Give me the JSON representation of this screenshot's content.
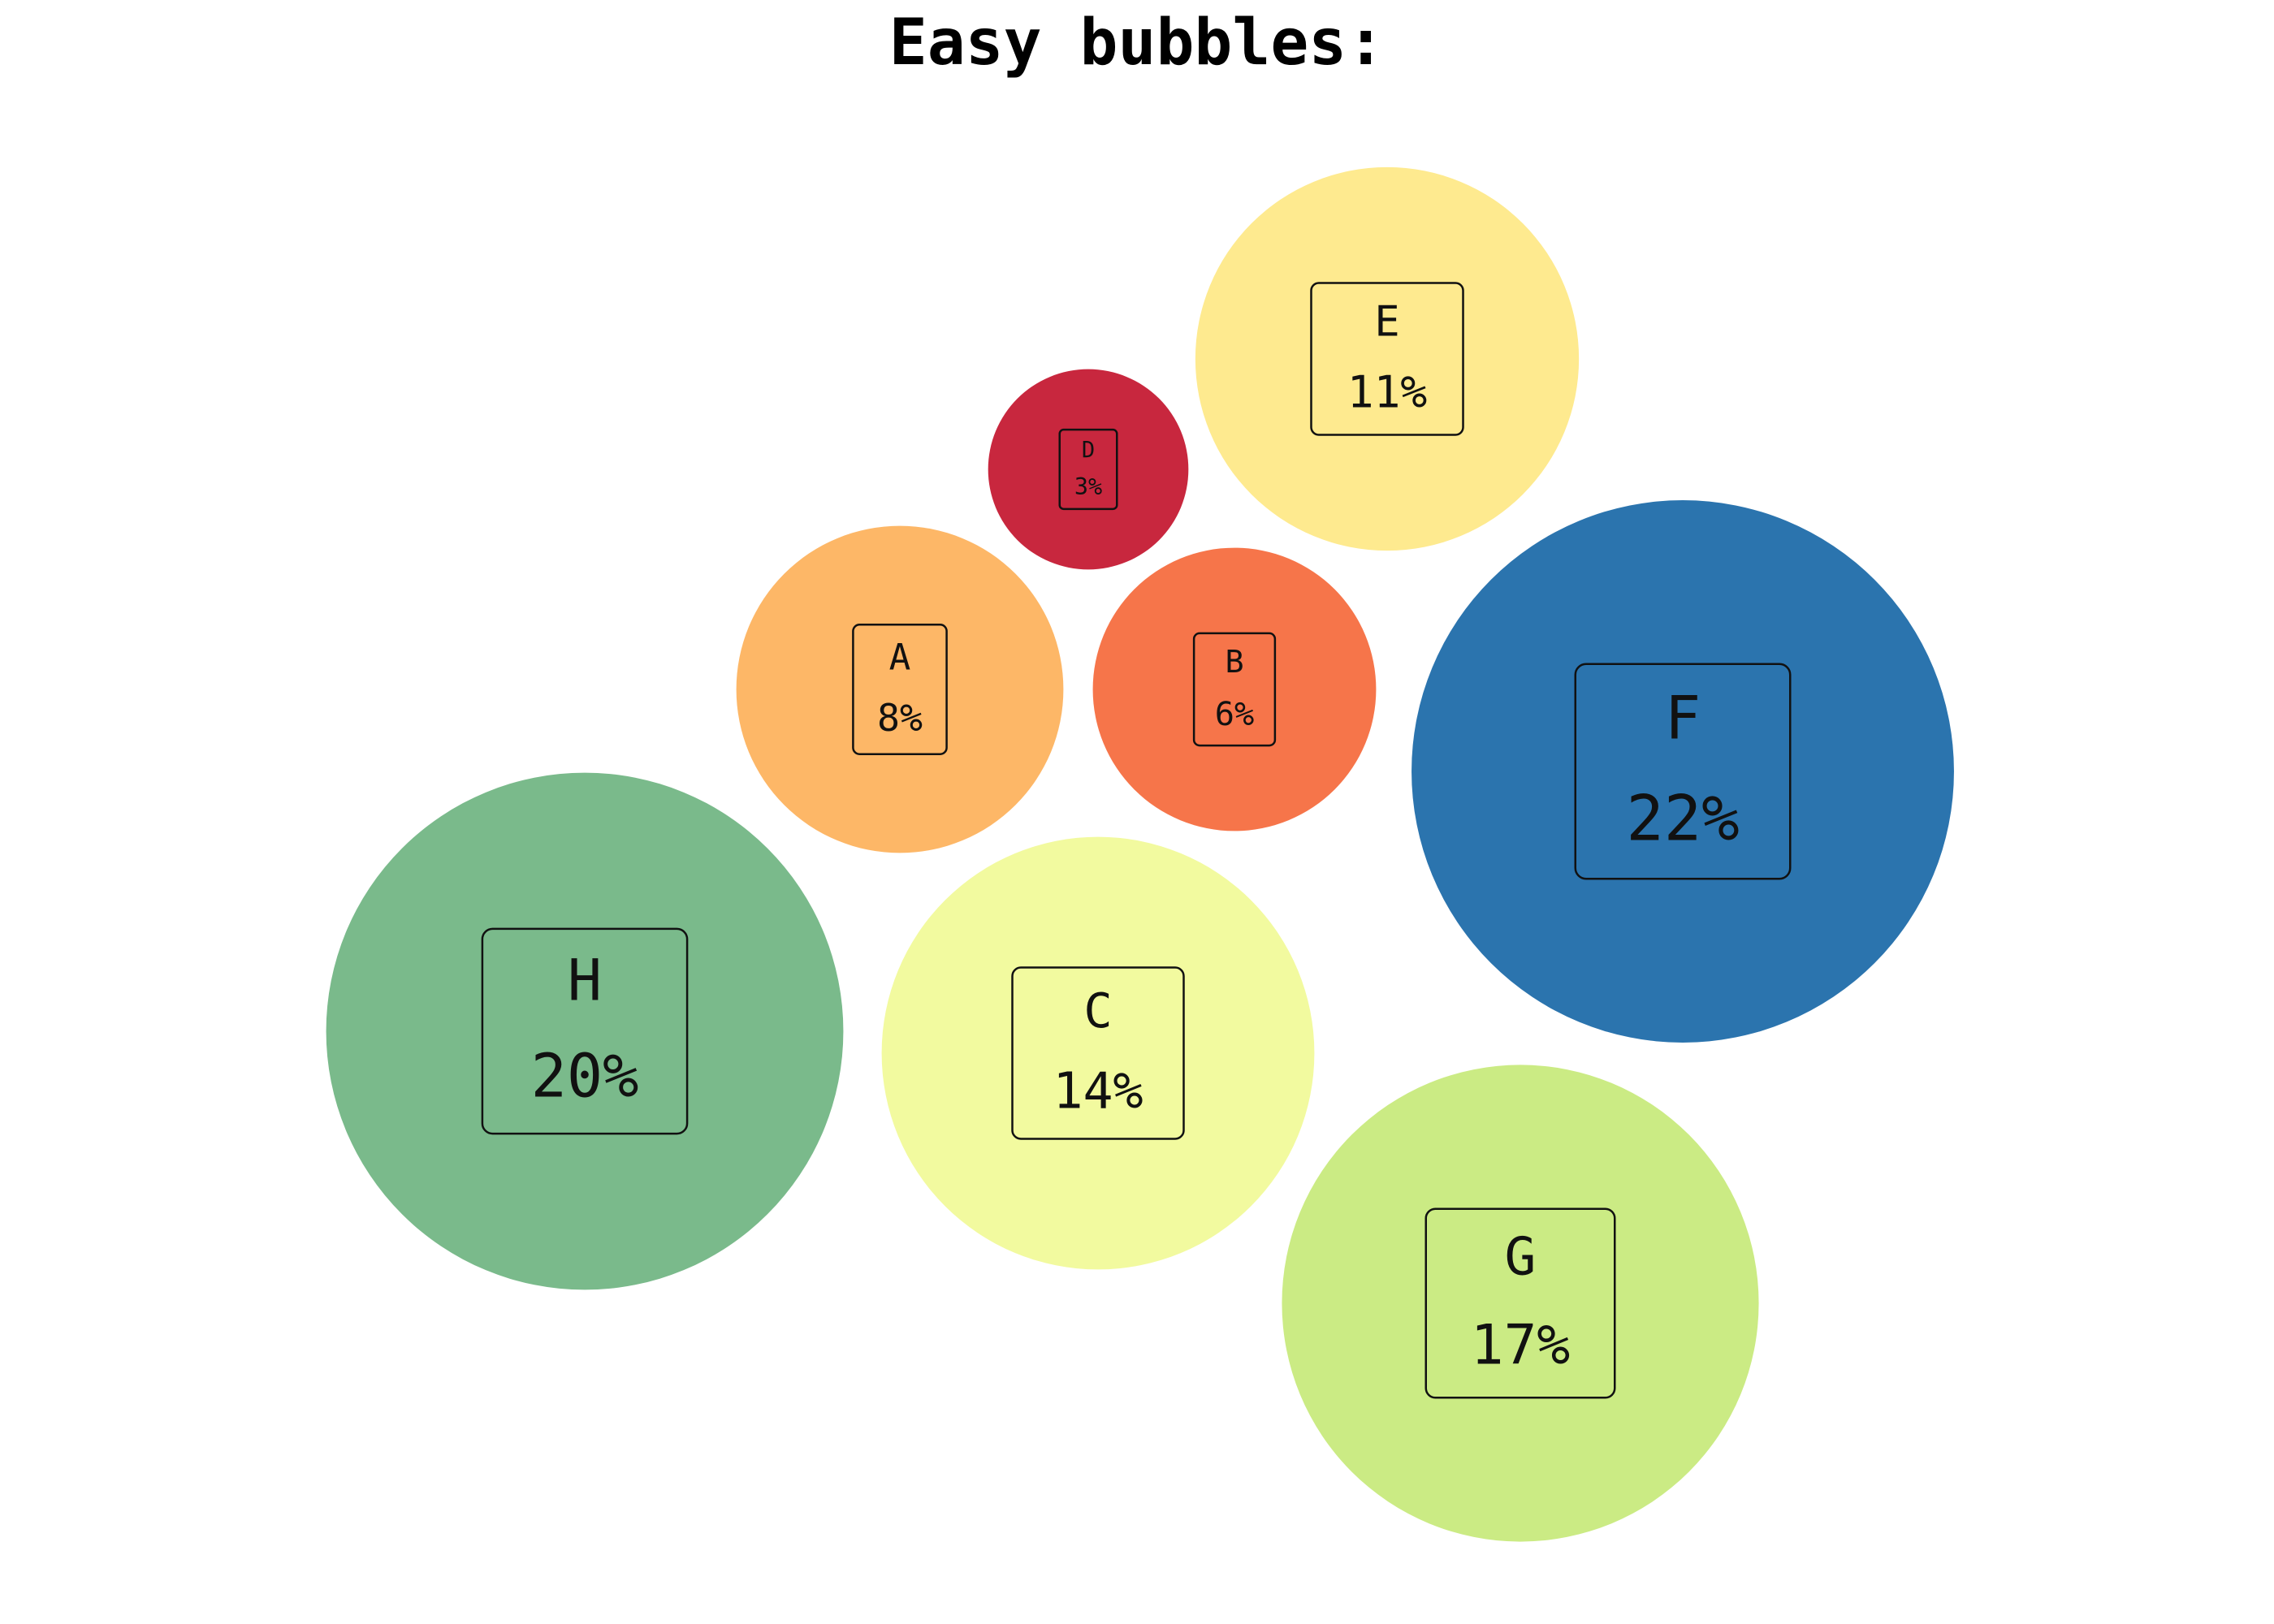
{
  "chart_data": {
    "type": "bubble",
    "title": "Easy bubbles:",
    "bubbles": [
      {
        "name": "A",
        "value": 8,
        "label": "8%",
        "color": "#fdb767"
      },
      {
        "name": "B",
        "value": 6,
        "label": "6%",
        "color": "#f6754a"
      },
      {
        "name": "C",
        "value": 14,
        "label": "14%",
        "color": "#f2fa9f"
      },
      {
        "name": "D",
        "value": 3,
        "label": "3%",
        "color": "#c8273e"
      },
      {
        "name": "E",
        "value": 11,
        "label": "11%",
        "color": "#feea8f"
      },
      {
        "name": "F",
        "value": 22,
        "label": "22%",
        "color": "#2b74ae"
      },
      {
        "name": "G",
        "value": 17,
        "label": "17%",
        "color": "#cbeb84"
      },
      {
        "name": "H",
        "value": 20,
        "label": "20%",
        "color": "#7aba8b"
      }
    ]
  }
}
